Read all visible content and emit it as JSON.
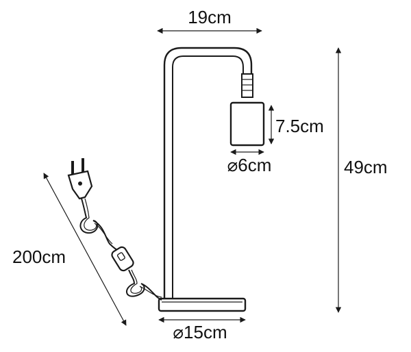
{
  "dimensions": {
    "width_top": "19cm",
    "shade_height": "7.5cm",
    "shade_diameter": "⌀6cm",
    "total_height": "49cm",
    "cable_length": "200cm",
    "base_diameter": "⌀15cm"
  },
  "colors": {
    "ink": "#1a1a1a",
    "background": "#ffffff"
  }
}
